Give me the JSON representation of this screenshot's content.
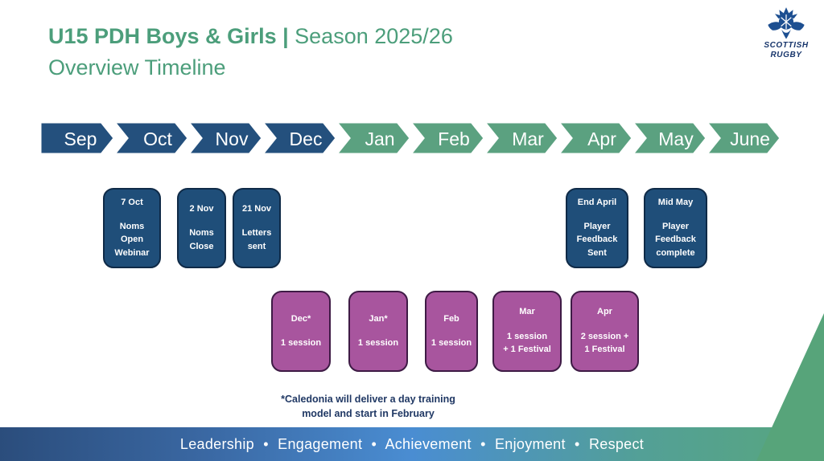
{
  "header": {
    "title_bold": "U15 PDH Boys & Girls | ",
    "title_regular": "Season 2025/26",
    "subtitle": "Overview Timeline"
  },
  "logo": {
    "line1": "SCOTTISH",
    "line2": "RUGBY"
  },
  "timeline": {
    "months": [
      {
        "label": "Sep",
        "color": "#24507D"
      },
      {
        "label": "Oct",
        "color": "#24507D"
      },
      {
        "label": "Nov",
        "color": "#24507D"
      },
      {
        "label": "Dec",
        "color": "#24507D"
      },
      {
        "label": "Jan",
        "color": "#5BA180"
      },
      {
        "label": "Feb",
        "color": "#5BA180"
      },
      {
        "label": "Mar",
        "color": "#5BA180"
      },
      {
        "label": "Apr",
        "color": "#5BA180"
      },
      {
        "label": "May",
        "color": "#5BA180"
      },
      {
        "label": "June",
        "color": "#5BA180"
      }
    ]
  },
  "events": [
    {
      "title": "7 Oct",
      "body": "Noms\nOpen\nWebinar"
    },
    {
      "title": "2 Nov",
      "body": "Noms\nClose"
    },
    {
      "title": "21 Nov",
      "body": "Letters\nsent"
    },
    {
      "title": "End April",
      "body": "Player\nFeedback\nSent"
    },
    {
      "title": "Mid May",
      "body": "Player\nFeedback\ncomplete"
    }
  ],
  "sessions": [
    {
      "title": "Dec*",
      "body": "1 session"
    },
    {
      "title": "Jan*",
      "body": "1 session"
    },
    {
      "title": "Feb",
      "body": "1 session"
    },
    {
      "title": "Mar",
      "body": "1 session\n+ 1 Festival"
    },
    {
      "title": "Apr",
      "body": "2 session +\n1 Festival"
    }
  ],
  "footnote": "*Caledonia will deliver a day training\nmodel and start in February",
  "footer": {
    "values": "Leadership  •  Engagement  •  Achievement  •  Enjoyment  •  Respect"
  },
  "colors": {
    "title_green": "#4C9E7B",
    "chevron_navy": "#24507D",
    "chevron_green": "#5BA180",
    "event_navy": "#1F4E79",
    "session_purple": "#A8559E",
    "footnote_navy": "#203864",
    "wedge_green": "#57A47A"
  }
}
